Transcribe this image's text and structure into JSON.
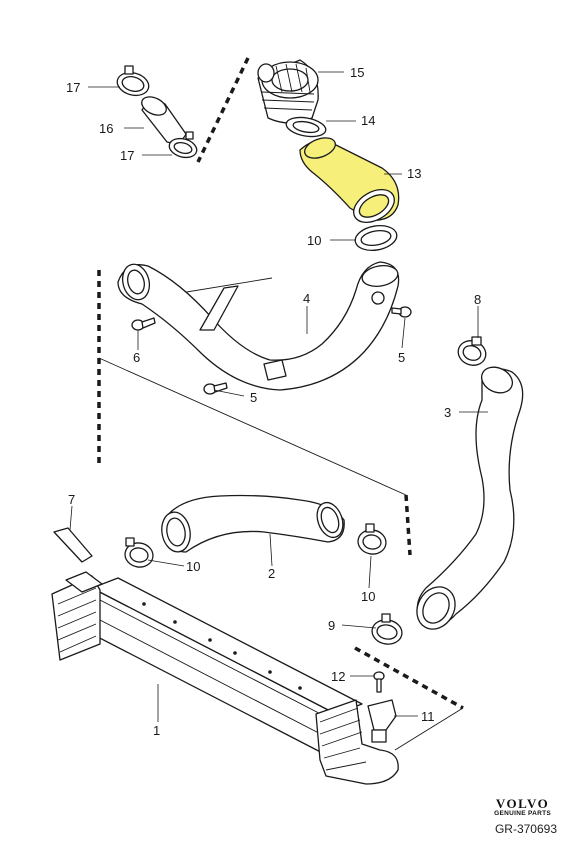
{
  "callouts": [
    {
      "id": "c17a",
      "number": "17"
    },
    {
      "id": "c16",
      "number": "16"
    },
    {
      "id": "c17b",
      "number": "17"
    },
    {
      "id": "c15",
      "number": "15"
    },
    {
      "id": "c14",
      "number": "14"
    },
    {
      "id": "c13",
      "number": "13"
    },
    {
      "id": "c10a",
      "number": "10"
    },
    {
      "id": "c4",
      "number": "4"
    },
    {
      "id": "c8",
      "number": "8"
    },
    {
      "id": "c6",
      "number": "6"
    },
    {
      "id": "c5a",
      "number": "5"
    },
    {
      "id": "c5b",
      "number": "5"
    },
    {
      "id": "c3",
      "number": "3"
    },
    {
      "id": "c7",
      "number": "7"
    },
    {
      "id": "c2",
      "number": "2"
    },
    {
      "id": "c10b",
      "number": "10"
    },
    {
      "id": "c10c",
      "number": "10"
    },
    {
      "id": "c9",
      "number": "9"
    },
    {
      "id": "c12",
      "number": "12"
    },
    {
      "id": "c11",
      "number": "11"
    },
    {
      "id": "c1",
      "number": "1"
    }
  ],
  "highlight_color": "#f6f07a",
  "brand": {
    "name": "VOLVO",
    "sub": "GENUINE PARTS"
  },
  "reference": "GR-370693"
}
